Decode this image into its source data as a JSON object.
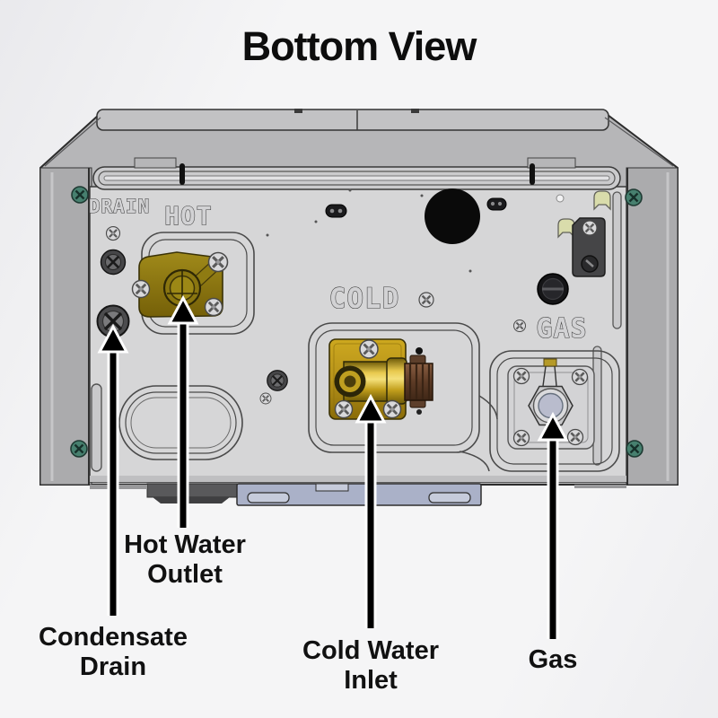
{
  "title": "Bottom View",
  "unit": {
    "panel_labels": {
      "drain": "DRAIN",
      "hot": "HOT",
      "cold": "COLD",
      "gas": "GAS"
    }
  },
  "callouts": {
    "hot_water_outlet": {
      "line1": "Hot Water",
      "line2": "Outlet"
    },
    "condensate_drain": {
      "line1": "Condensate",
      "line2": "Drain"
    },
    "cold_water_inlet": {
      "line1": "Cold Water",
      "line2": "Inlet"
    },
    "gas": {
      "line1": "Gas"
    }
  },
  "colors": {
    "background": "#f5f5f6",
    "unit_body": "#b6b6b8",
    "unit_panel": "#d6d6d7",
    "brass_dark": "#8f7b12",
    "brass_bright": "#d9b32a",
    "bronze_cap": "#6e4a33",
    "gas_port": "#b9bccd",
    "screw_green": "#47806f",
    "clip_yellow": "#d9dcab",
    "bracket_blue": "#aab1c8",
    "arrow_black": "#000000",
    "label_text": "#111111"
  }
}
